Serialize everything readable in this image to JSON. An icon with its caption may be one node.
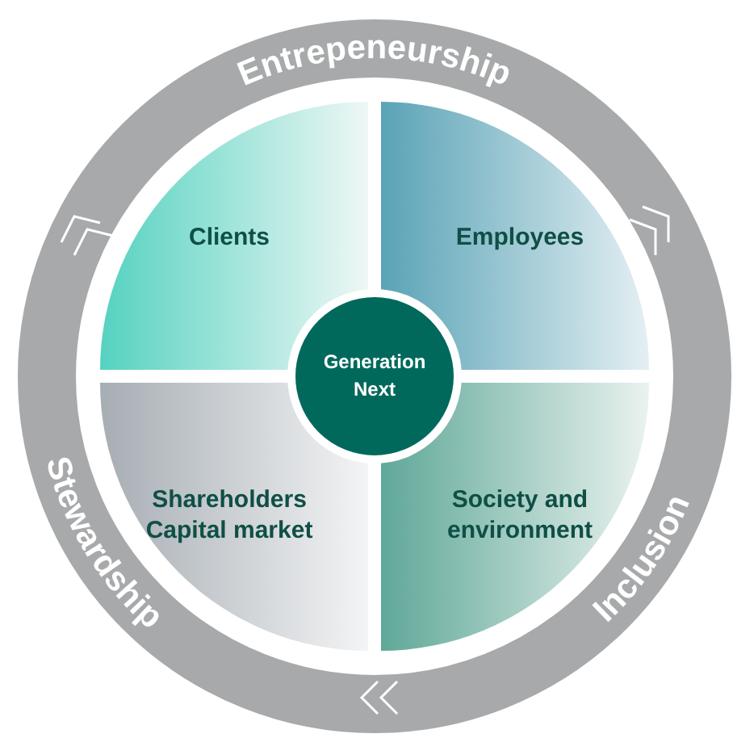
{
  "diagram": {
    "nodes": [
      {
        "text": [
          "Clients"
        ]
      },
      {
        "text": [
          "Employees"
        ]
      },
      {
        "text": [
          "Shareholders Capital market"
        ]
      },
      {
        "text": [
          "Society and environment"
        ]
      },
      {
        "text": [
          "Generation Next"
        ]
      }
    ],
    "labels": [
      "Entrepeneurship",
      "Stewardship",
      "Inclusion"
    ]
  }
}
